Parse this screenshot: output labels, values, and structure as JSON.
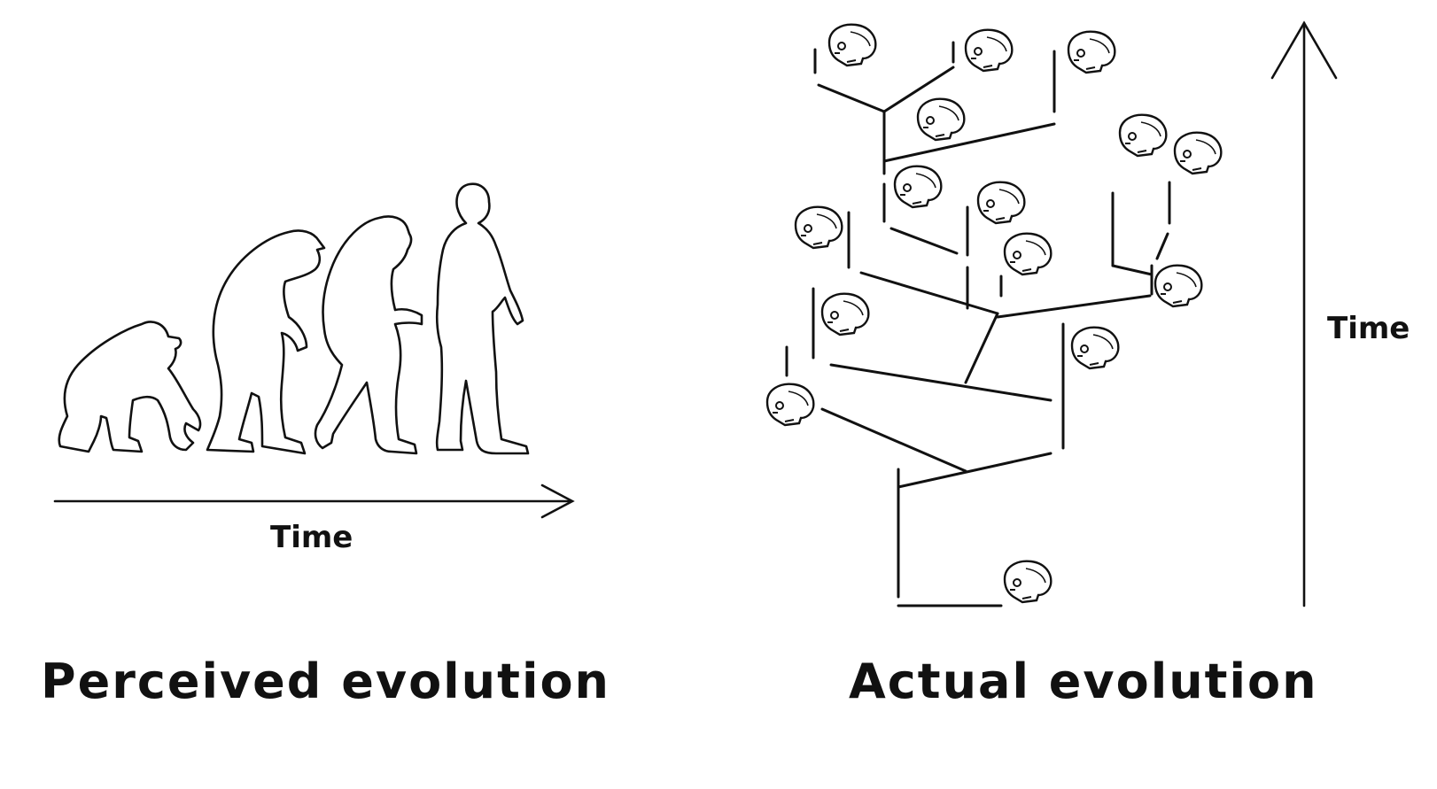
{
  "perceived": {
    "caption": "Perceived evolution",
    "axis_label": "Time"
  },
  "actual": {
    "caption": "Actual evolution",
    "axis_label": "Time"
  }
}
